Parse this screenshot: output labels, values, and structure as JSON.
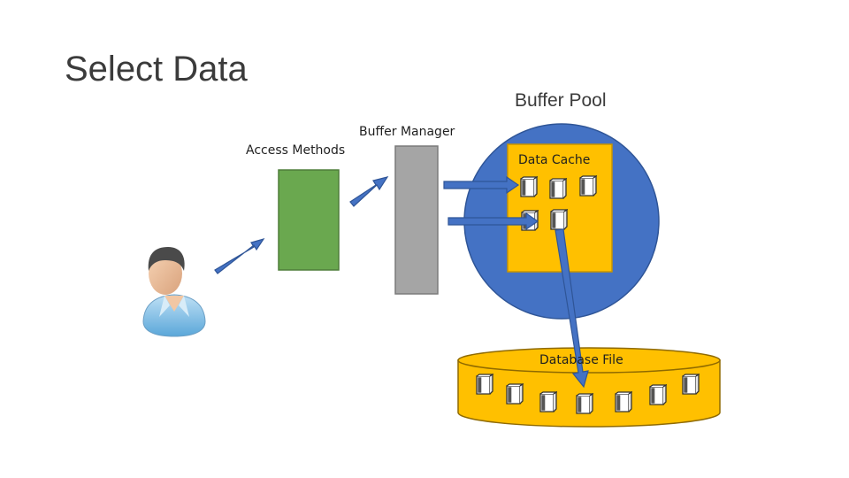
{
  "slide": {
    "title": "Select Data"
  },
  "labels": {
    "buffer_pool": "Buffer Pool",
    "buffer_manager": "Buffer Manager",
    "access_methods": "Access Methods",
    "data_cache": "Data Cache",
    "database_file": "Database File"
  },
  "icons": {
    "user": "user-icon",
    "page": "page-icon"
  },
  "colors": {
    "access_methods_box": "#6aa84f",
    "buffer_manager_box": "#a5a5a5",
    "buffer_pool_circle": "#4472c4",
    "data_cache_box": "#ffc000",
    "database_file_disk": "#ffc000",
    "arrow": "#4472c4"
  }
}
